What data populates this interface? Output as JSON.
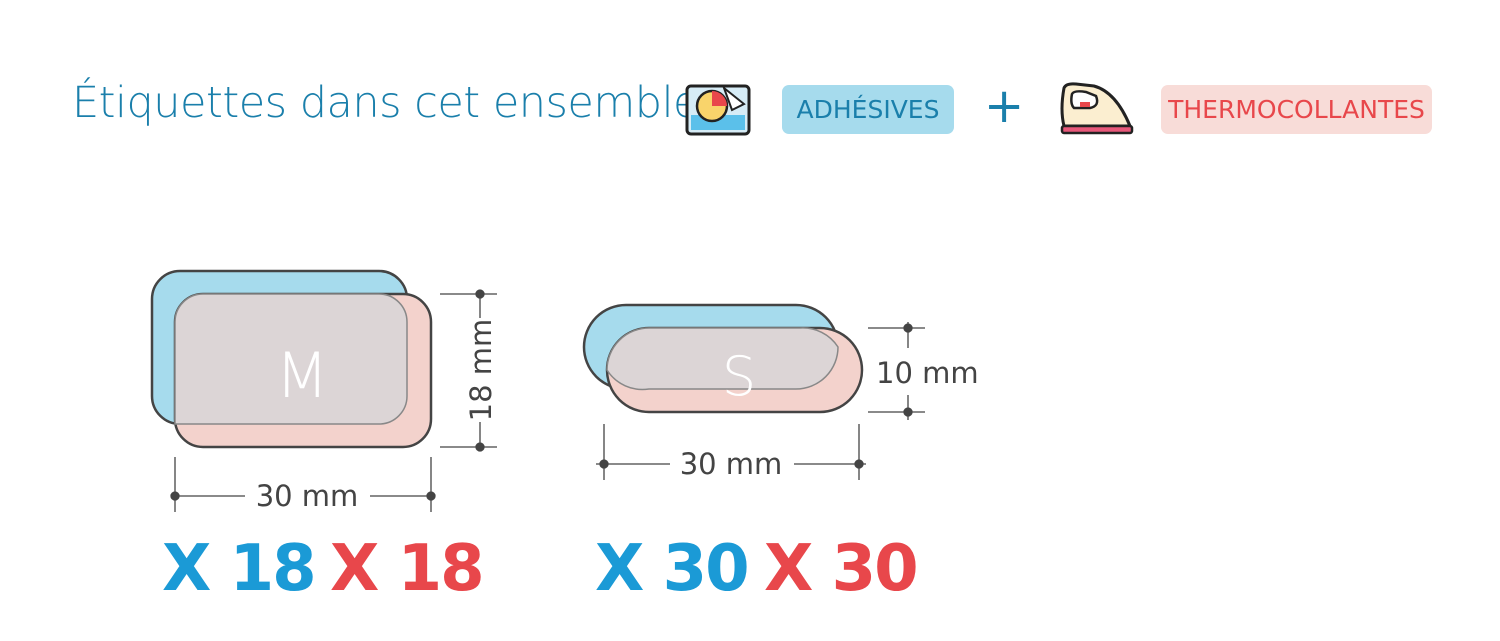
{
  "header": {
    "title": "Étiquettes dans cet ensemble",
    "adhesive_label": "ADHÉSIVES",
    "plus": "+",
    "thermo_label": "THERMOCOLLANTES"
  },
  "labels": [
    {
      "size": "M",
      "width": "30 mm",
      "height": "18 mm",
      "adhesive_count": "X 18",
      "thermo_count": "X 18"
    },
    {
      "size": "S",
      "width": "30 mm",
      "height": "10 mm",
      "adhesive_count": "X 30",
      "thermo_count": "X 30"
    }
  ],
  "colors": {
    "adhesive": "#a6dbed",
    "thermo": "#f3d2cc",
    "title": "#1a7fab",
    "count_blue": "#1b9ad6",
    "count_red": "#e8474b"
  }
}
